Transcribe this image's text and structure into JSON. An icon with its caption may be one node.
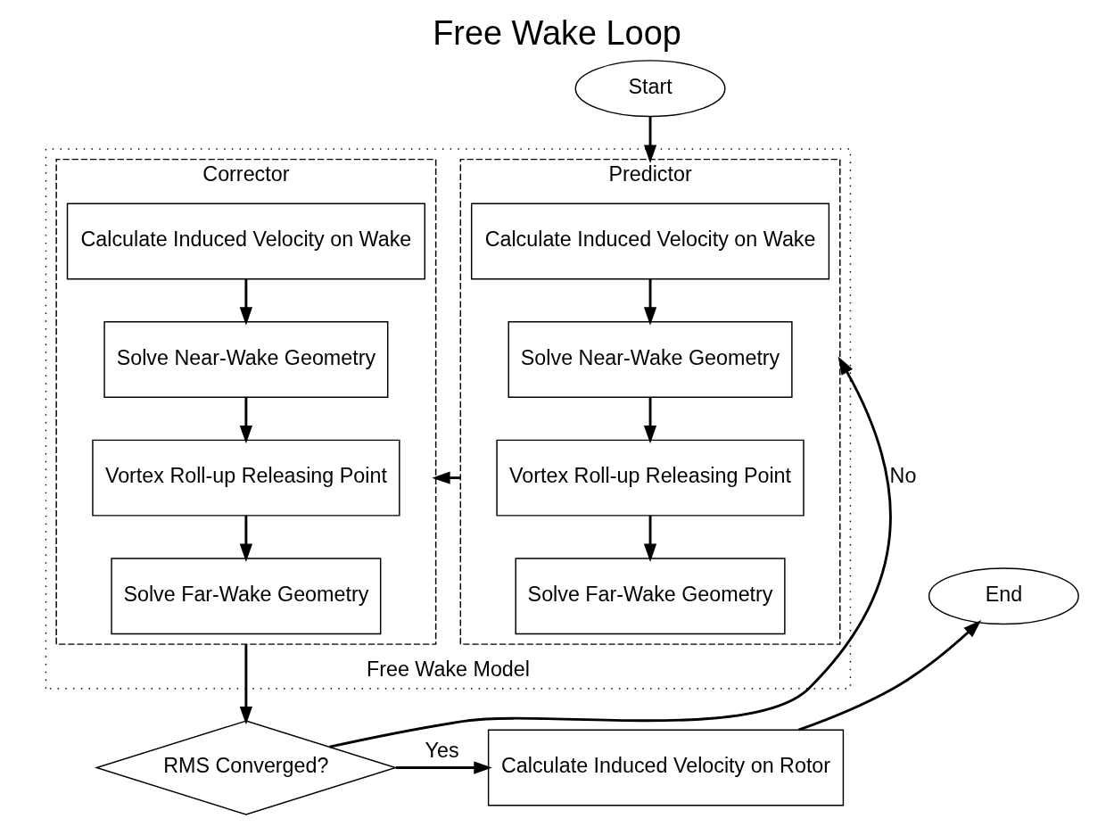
{
  "diagram": {
    "title": "Free Wake Loop",
    "nodes": [
      {
        "text": [
          "Start"
        ]
      },
      {
        "text": [
          "Free Wake Model"
        ]
      },
      {
        "text": [
          "Predictor"
        ],
        "in": 1
      },
      {
        "text": [
          "Calculate Induced Velocity on Wake"
        ],
        "in": 2
      },
      {
        "text": [
          "Solve Near-Wake Geometry"
        ],
        "in": 2
      },
      {
        "text": [
          "Vortex Roll-up Releasing Point"
        ],
        "in": 2
      },
      {
        "text": [
          "Solve Far-Wake Geometry"
        ],
        "in": 2
      },
      {
        "text": [
          "Corrector"
        ],
        "in": 1
      },
      {
        "text": [
          "Calculate Induced Velocity on Wake"
        ],
        "in": 7
      },
      {
        "text": [
          "Solve Near-Wake Geometry"
        ],
        "in": 7
      },
      {
        "text": [
          "Vortex Roll-up Releasing Point"
        ],
        "in": 7
      },
      {
        "text": [
          "Solve Far-Wake Geometry"
        ],
        "in": 7
      },
      {
        "text": [
          "RMS Converged?"
        ]
      },
      {
        "text": [
          "Calculate Induced Velocity on Rotor"
        ]
      },
      {
        "text": [
          "End"
        ]
      }
    ],
    "edges": [
      {
        "from": 0,
        "to": 2,
        "arrow": "to"
      },
      {
        "from": 3,
        "to": 4,
        "arrow": "to"
      },
      {
        "from": 4,
        "to": 5,
        "arrow": "to"
      },
      {
        "from": 5,
        "to": 6,
        "arrow": "to"
      },
      {
        "from": 2,
        "to": 7,
        "arrow": "to"
      },
      {
        "from": 8,
        "to": 9,
        "arrow": "to"
      },
      {
        "from": 9,
        "to": 10,
        "arrow": "to"
      },
      {
        "from": 10,
        "to": 11,
        "arrow": "to"
      },
      {
        "from": 7,
        "to": 12,
        "arrow": "to"
      },
      {
        "from": 12,
        "to": 2,
        "arrow": "to",
        "label": "No"
      },
      {
        "from": 12,
        "to": 13,
        "arrow": "to",
        "label": "Yes"
      },
      {
        "from": 13,
        "to": 14,
        "arrow": "to"
      }
    ]
  }
}
